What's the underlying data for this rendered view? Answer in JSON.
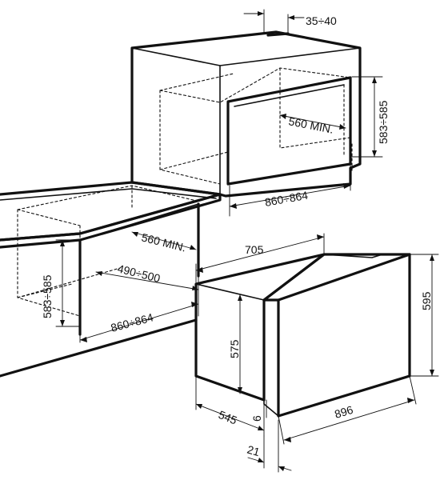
{
  "colors": {
    "line": "#111111",
    "background": "#ffffff"
  },
  "dimensions": {
    "top_gap": "35÷40",
    "upper_height": "583÷585",
    "upper_min_depth": "560 MIN.",
    "upper_width": "860÷864",
    "lower_min_depth": "560 MIN.",
    "lower_height": "583÷585",
    "lower_inner_depth": "490÷500",
    "lower_width": "860÷864",
    "appliance_depth": "705",
    "appliance_total_height": "595",
    "appliance_body_height": "575",
    "appliance_width": "896",
    "appliance_body_depth": "545",
    "front_gap": "6",
    "front_thickness": "21"
  }
}
